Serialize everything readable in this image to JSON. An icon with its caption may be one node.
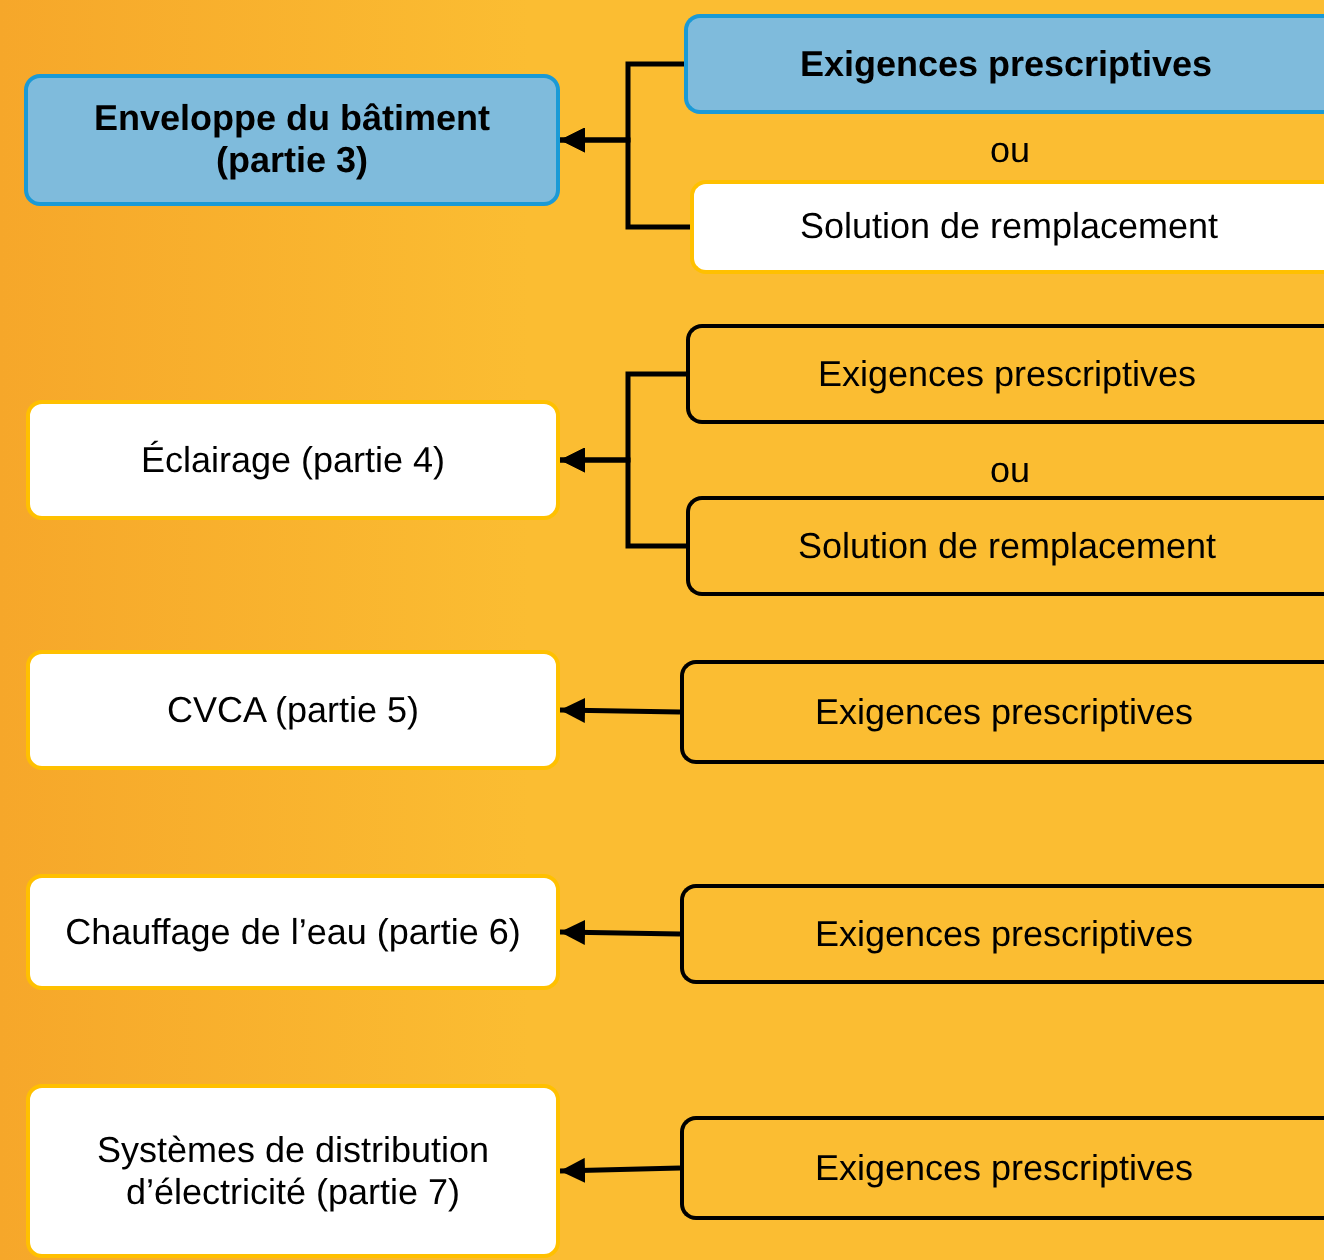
{
  "diagram": {
    "nodes": [
      {
        "text": [
          "Enveloppe du bâtiment (partie 3)"
        ]
      },
      {
        "text": [
          "Exigences prescriptives"
        ]
      },
      {
        "text": [
          "Solution de remplacement"
        ]
      },
      {
        "text": [
          "Éclairage (partie 4)"
        ]
      },
      {
        "text": [
          "Exigences prescriptives"
        ]
      },
      {
        "text": [
          "Solution de remplacement"
        ]
      },
      {
        "text": [
          "CVCA (partie 5)"
        ]
      },
      {
        "text": [
          "Exigences prescriptives"
        ]
      },
      {
        "text": [
          "Chauffage de l’eau (partie 6)"
        ]
      },
      {
        "text": [
          "Exigences prescriptives"
        ]
      },
      {
        "text": [
          "Systèmes de distribution d’électricité (partie 7)"
        ]
      },
      {
        "text": [
          "Exigences prescriptives"
        ]
      }
    ],
    "edges": [
      {
        "from": 1,
        "to": 0,
        "arrow": "to"
      },
      {
        "from": 2,
        "to": 0,
        "arrow": "to"
      },
      {
        "from": 4,
        "to": 3,
        "arrow": "to"
      },
      {
        "from": 5,
        "to": 3,
        "arrow": "to"
      },
      {
        "from": 7,
        "to": 6,
        "arrow": "to"
      },
      {
        "from": 9,
        "to": 8,
        "arrow": "to"
      },
      {
        "from": 11,
        "to": 10,
        "arrow": "to"
      }
    ],
    "labels": [
      "ou",
      "ou"
    ]
  }
}
